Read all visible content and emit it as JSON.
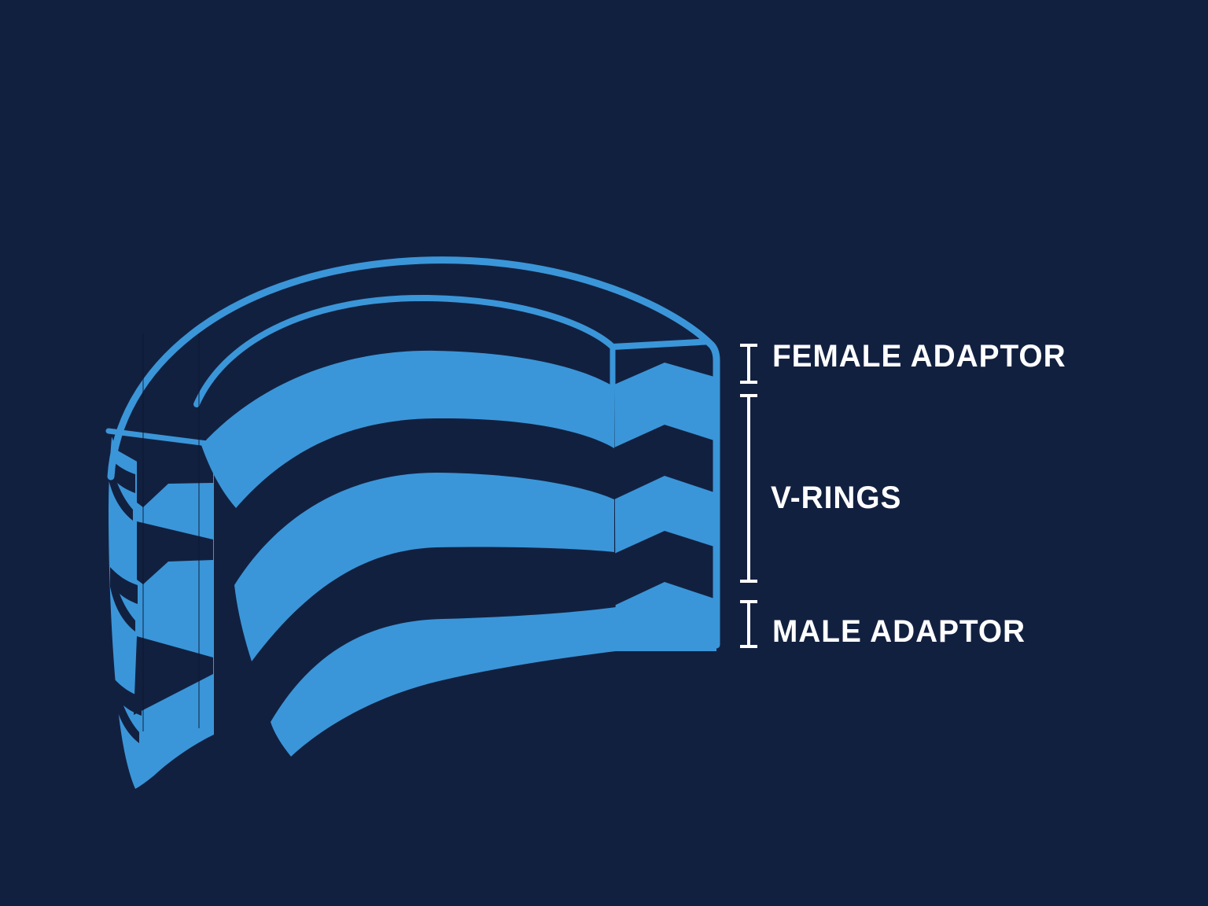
{
  "diagram": {
    "description": "Cutaway illustration of a stacked chevron seal packing set",
    "labels": {
      "female_adaptor": "FEMALE ADAPTOR",
      "v_rings": "V-RINGS",
      "male_adaptor": "MALE ADAPTOR"
    },
    "parts": [
      "female-adaptor-ring",
      "v-ring-stack",
      "male-adaptor-ring"
    ]
  },
  "colors": {
    "background": "#122040",
    "illustration_blue": "#3a96d8",
    "label_white": "#ffffff"
  }
}
